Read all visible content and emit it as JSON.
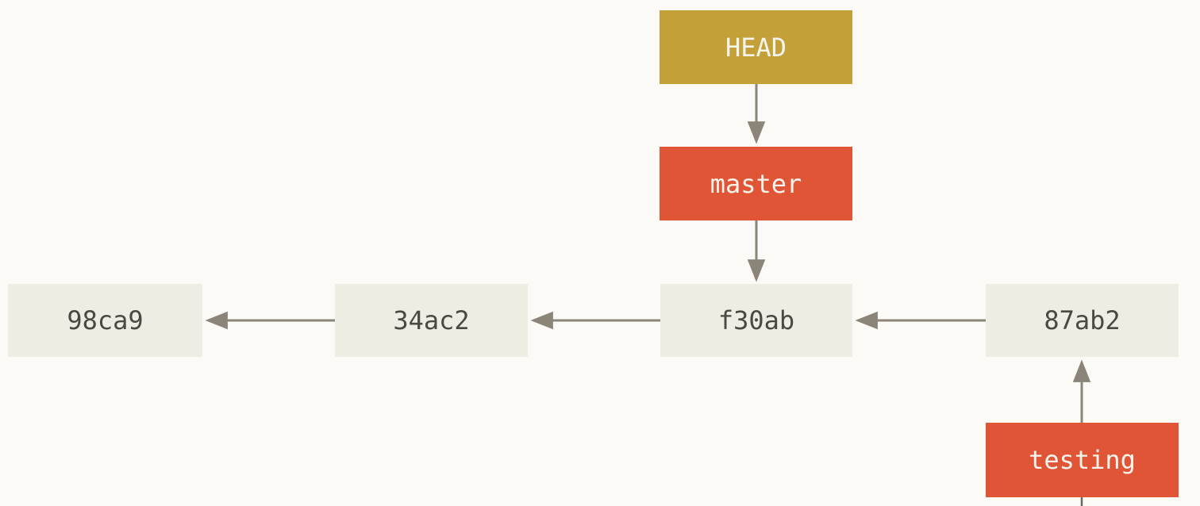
{
  "diagram": {
    "type": "git-commit-graph",
    "background_color": "#fbfaf7",
    "arrow_color": "#8b8579",
    "nodes": {
      "head": {
        "label": "HEAD",
        "bg": "#c3a038",
        "text_color": "#f6f4ed"
      },
      "master": {
        "label": "master",
        "bg": "#e05536",
        "text_color": "#f6f4ed"
      },
      "testing": {
        "label": "testing",
        "bg": "#e05536",
        "text_color": "#f6f4ed"
      }
    },
    "commits": [
      {
        "id": "98ca9"
      },
      {
        "id": "34ac2"
      },
      {
        "id": "f30ab"
      },
      {
        "id": "87ab2"
      }
    ],
    "commit_style": {
      "bg": "#eeede4",
      "text_color": "#4b4742"
    },
    "edges": [
      {
        "from": "HEAD",
        "to": "master"
      },
      {
        "from": "master",
        "to": "f30ab"
      },
      {
        "from": "34ac2",
        "to": "98ca9"
      },
      {
        "from": "f30ab",
        "to": "34ac2"
      },
      {
        "from": "87ab2",
        "to": "f30ab"
      },
      {
        "from": "testing",
        "to": "87ab2"
      }
    ]
  }
}
